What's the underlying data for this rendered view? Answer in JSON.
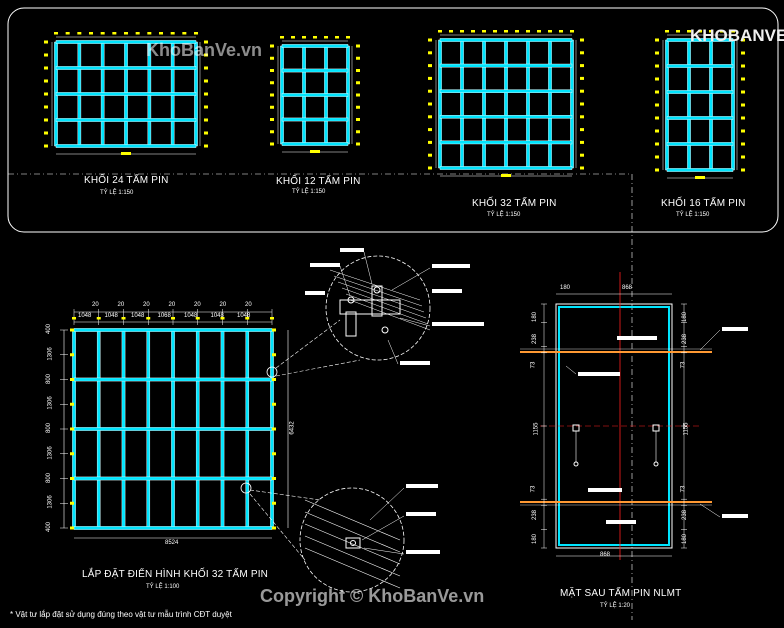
{
  "top_blocks": [
    {
      "title": "KHỐI 24 TẤM PIN",
      "scale": "TỶ LỆ 1:150"
    },
    {
      "title": "KHỐI 12 TẤM PIN",
      "scale": "TỶ LỆ 1:150"
    },
    {
      "title": "KHỐI 32 TẤM PIN",
      "scale": "TỶ LỆ 1:150"
    },
    {
      "title": "KHỐI 16 TẤM PIN",
      "scale": "TỶ LỆ 1:150"
    }
  ],
  "install": {
    "title": "LẮP ĐẶT ĐIỂN HÌNH KHỐI 32 TẤM PIN",
    "scale": "TỶ LỆ 1:100",
    "top_dims": [
      "20",
      "20",
      "20",
      "20",
      "20",
      "20",
      "20"
    ],
    "top_dims2": [
      "1048",
      "1048",
      "1048",
      "1068",
      "1048",
      "1048",
      "1048"
    ],
    "left_dims": [
      "400",
      "1306",
      "800",
      "1306",
      "800",
      "1306",
      "800",
      "1306",
      "400"
    ],
    "bottom_dim": "8524",
    "right_dim": "6432"
  },
  "panel_back": {
    "title": "MẶT SAU TẤM PIN NLMT",
    "scale": "TỶ LỆ 1:20",
    "top_dims": [
      "180",
      "868"
    ],
    "bottom_dims": [
      "868"
    ],
    "left_dims": [
      "180",
      "238",
      "73",
      "1155",
      "73",
      "238",
      "180"
    ],
    "right_dims": [
      "180",
      "238",
      "73",
      "1155",
      "73",
      "238",
      "180"
    ]
  },
  "watermark": {
    "brand": "KhoBanVe.vn",
    "logo": "KHOBANVE",
    "copyright": "Copyright © KhoBanVe.vn"
  },
  "footnote": "* Vật tư lắp đặt sử dụng đúng theo vật tư mẫu trình CĐT duyệt",
  "colors": {
    "frame": "#ffffff",
    "panel": "#00e5ff",
    "dim_tick": "#ffff00",
    "accent_red": "#ff2020",
    "accent_orange": "#ff9933",
    "background": "#000000"
  }
}
